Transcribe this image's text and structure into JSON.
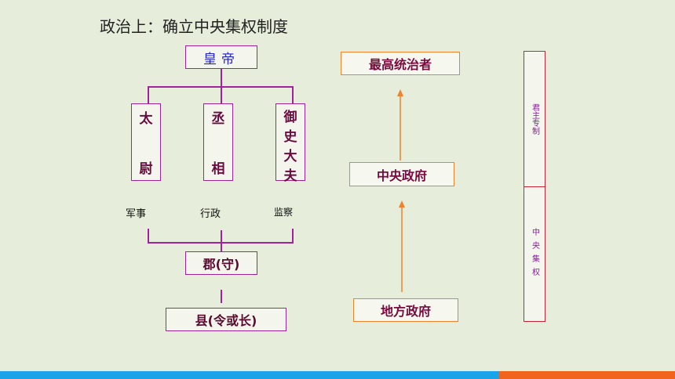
{
  "title": "政治上：确立中央集权制度",
  "left": {
    "emperor": "皇帝",
    "ministers": [
      {
        "label": "太尉",
        "function": "军事"
      },
      {
        "label": "丞相",
        "function": "行政"
      },
      {
        "label": "御史大夫",
        "function": "监察"
      }
    ],
    "commandery": "郡(守)",
    "county": "县(令或长)"
  },
  "middle": {
    "top": "最高统治者",
    "center": "中央政府",
    "bottom": "地方政府"
  },
  "right": {
    "upper": "君主专制",
    "lower": "中央集权"
  }
}
